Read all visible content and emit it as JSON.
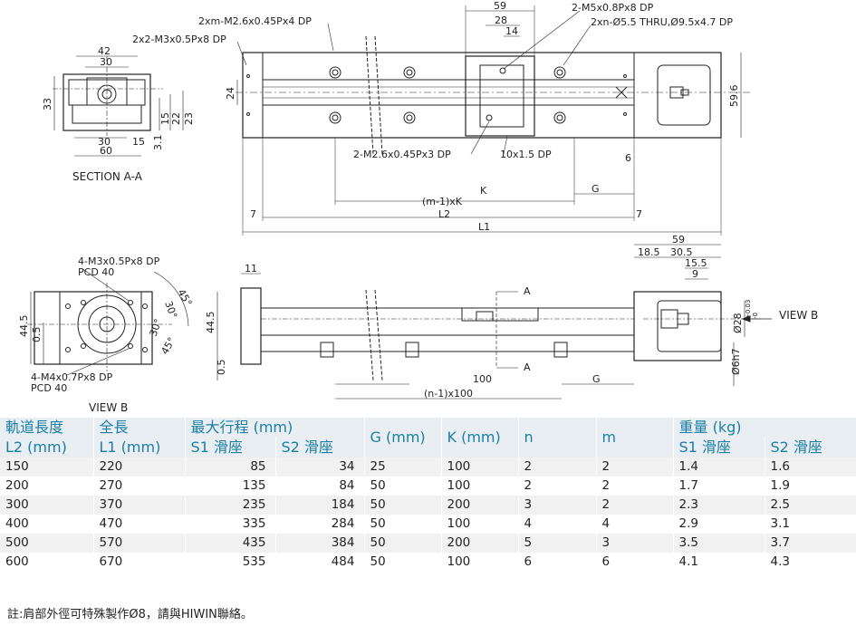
{
  "drawing": {
    "top_view": {
      "m26_dp4": "2xm-M2.6x0.45Px4 DP",
      "m3_dp8": "2x2-M3x0.5Px8 DP",
      "m5_dp8": "2-M5x0.8Px8 DP",
      "thru": "2xn-Ø5.5 THRU,Ø9.5x4.7 DP",
      "m26_dp3": "2-M2.6x0.45Px3 DP",
      "slot": "10x1.5 DP",
      "dim_59": "59",
      "dim_28": "28",
      "dim_14": "14",
      "dim_24": "24",
      "dim_59_6": "59.6",
      "dim_6": "6",
      "dim_K": "K",
      "dim_G": "G",
      "dim_m1K": "(m-1)xK",
      "dim_L2": "L2",
      "dim_L1": "L1",
      "dim_7a": "7",
      "dim_7b": "7"
    },
    "section": {
      "title": "SECTION A-A",
      "d42": "42",
      "d30a": "30",
      "d33": "33",
      "d15a": "15",
      "d22": "22",
      "d23": "23",
      "d30b": "30",
      "d15b": "15",
      "d60": "60",
      "d3_1": "3.1"
    },
    "view_b": {
      "title": "VIEW B",
      "top_hole": "4-M3x0.5Px8 DP",
      "top_pcd": "PCD 40",
      "bot_hole": "4-M4x0.7Px8 DP",
      "bot_pcd": "PCD 40",
      "a45a": "45°",
      "a30a": "30°",
      "a30b": "30°",
      "a45b": "45°",
      "d44_5": "44.5",
      "d0_5": "0.5"
    },
    "side_view": {
      "d11": "11",
      "d44_5": "44.5",
      "d0_5": "0.5",
      "cut_A1": "A",
      "cut_A2": "A",
      "d100": "100",
      "dG": "G",
      "dn1": "(n-1)x100",
      "d59": "59",
      "d18_5": "18.5",
      "d30_5": "30.5",
      "d15_5": "15.5",
      "d9": "9",
      "d28": "Ø28",
      "d28_tol_up": "+0.03",
      "d28_tol_lo": "-0",
      "d6h7": "Ø6h7",
      "view_b_label": "VIEW B"
    }
  },
  "table": {
    "headers": {
      "l2": [
        "軌道長度",
        "L2 (mm)"
      ],
      "l1": [
        "全長",
        "L1 (mm)"
      ],
      "stroke": "最大行程 (mm)",
      "s1": "S1 滑座",
      "s2": "S2 滑座",
      "g": "G (mm)",
      "k": "K (mm)",
      "n": "n",
      "m": "m",
      "weight": "重量 (kg)",
      "w1": "S1 滑座",
      "w2": "S2 滑座"
    },
    "rows": [
      [
        "150",
        "220",
        "85",
        "34",
        "25",
        "100",
        "2",
        "2",
        "1.4",
        "1.6"
      ],
      [
        "200",
        "270",
        "135",
        "84",
        "50",
        "100",
        "2",
        "2",
        "1.7",
        "1.9"
      ],
      [
        "300",
        "370",
        "235",
        "184",
        "50",
        "200",
        "3",
        "2",
        "2.3",
        "2.5"
      ],
      [
        "400",
        "470",
        "335",
        "284",
        "50",
        "100",
        "4",
        "4",
        "2.9",
        "3.1"
      ],
      [
        "500",
        "570",
        "435",
        "384",
        "50",
        "200",
        "5",
        "3",
        "3.5",
        "3.7"
      ],
      [
        "600",
        "670",
        "535",
        "484",
        "50",
        "100",
        "6",
        "6",
        "4.1",
        "4.3"
      ]
    ]
  },
  "note": "註:肩部外徑可特殊製作Ø8，請與HIWIN聯絡。"
}
